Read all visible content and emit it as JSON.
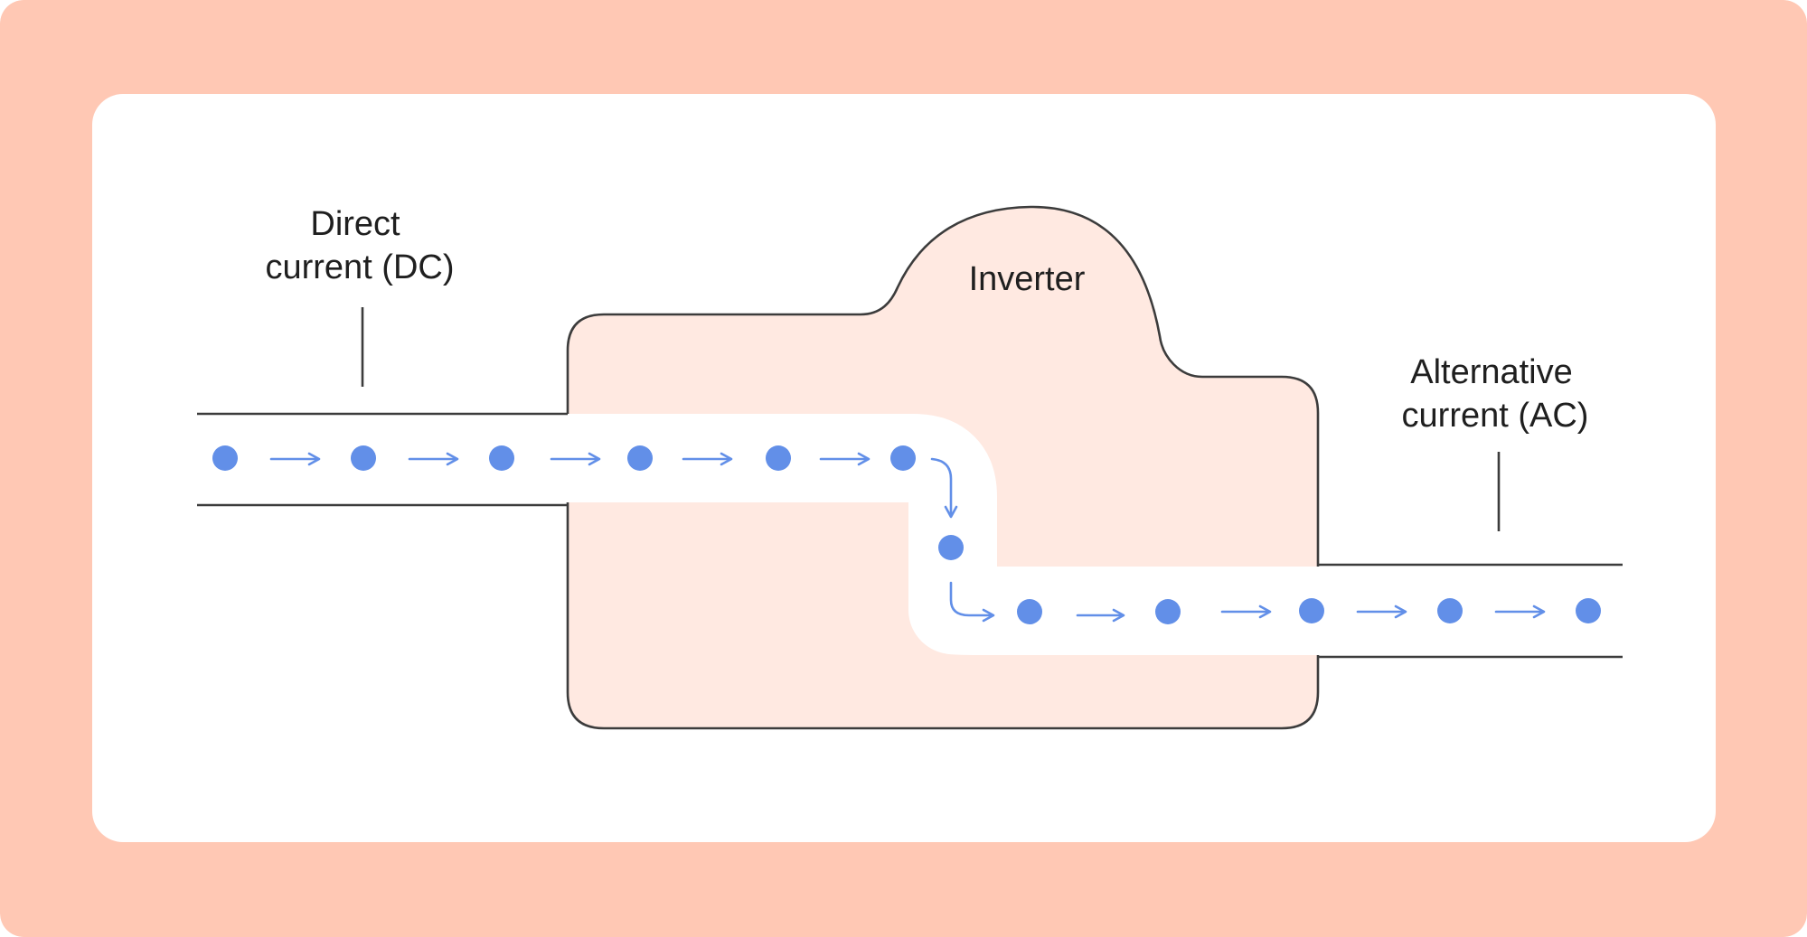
{
  "colors": {
    "outer_frame": "#ffc8b4",
    "card": "#ffffff",
    "inverter_fill": "#ffe9e1",
    "outline": "#3c3c3c",
    "current_dots": "#628fe8"
  },
  "labels": {
    "dc_line1": "Direct",
    "dc_line2": "current (DC)",
    "inverter": "Inverter",
    "ac_line1": "Alternative",
    "ac_line2": "current (AC)"
  }
}
